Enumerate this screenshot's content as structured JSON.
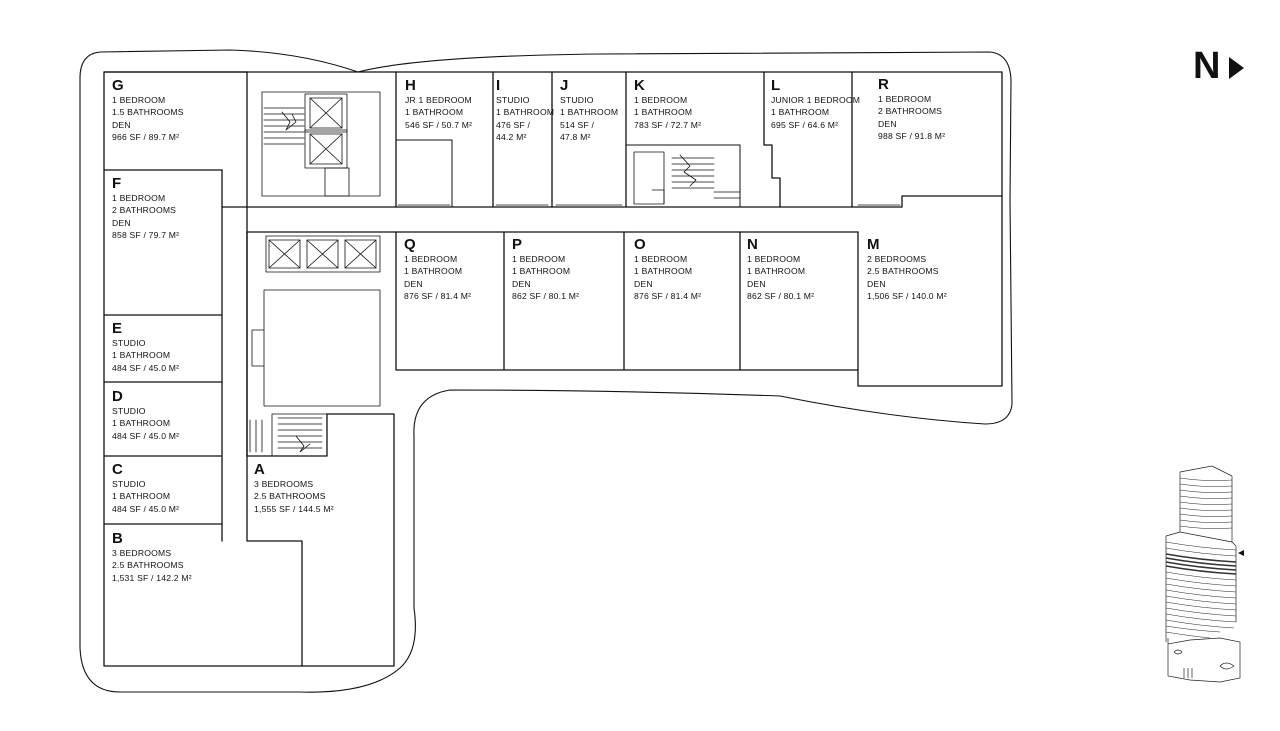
{
  "north": {
    "letter": "N",
    "icon": "north-arrow-icon"
  },
  "units": [
    {
      "id": "G",
      "lines": [
        "1 BEDROOM",
        "1.5 BATHROOMS",
        "DEN",
        "966 SF / 89.7 M²"
      ]
    },
    {
      "id": "F",
      "lines": [
        "1 BEDROOM",
        "2 BATHROOMS",
        "DEN",
        "858 SF / 79.7 M²"
      ]
    },
    {
      "id": "E",
      "lines": [
        "STUDIO",
        "1 BATHROOM",
        "484 SF / 45.0 M²"
      ]
    },
    {
      "id": "D",
      "lines": [
        "STUDIO",
        "1 BATHROOM",
        "484 SF / 45.0 M²"
      ]
    },
    {
      "id": "C",
      "lines": [
        "STUDIO",
        "1 BATHROOM",
        "484 SF / 45.0 M²"
      ]
    },
    {
      "id": "B",
      "lines": [
        "3 BEDROOMS",
        "2.5 BATHROOMS",
        "1,531 SF / 142.2 M²"
      ]
    },
    {
      "id": "A",
      "lines": [
        "3 BEDROOMS",
        "2.5 BATHROOMS",
        "1,555 SF / 144.5 M²"
      ]
    },
    {
      "id": "H",
      "lines": [
        "JR 1 BEDROOM",
        "1 BATHROOM",
        "546 SF / 50.7 M²"
      ]
    },
    {
      "id": "I",
      "lines": [
        "STUDIO",
        "1 BATHROOM",
        "476 SF /",
        "44.2 M²"
      ]
    },
    {
      "id": "J",
      "lines": [
        "STUDIO",
        "1 BATHROOM",
        "514 SF /",
        "47.8 M²"
      ]
    },
    {
      "id": "K",
      "lines": [
        "1 BEDROOM",
        "1 BATHROOM",
        "783 SF / 72.7 M²"
      ]
    },
    {
      "id": "L",
      "lines": [
        "JUNIOR 1 BEDROOM",
        "1 BATHROOM",
        "695 SF / 64.6 M²"
      ]
    },
    {
      "id": "R",
      "lines": [
        "1 BEDROOM",
        "2 BATHROOMS",
        "DEN",
        "988 SF / 91.8 M²"
      ]
    },
    {
      "id": "Q",
      "lines": [
        "1 BEDROOM",
        "1 BATHROOM",
        "DEN",
        "876 SF / 81.4 M²"
      ]
    },
    {
      "id": "P",
      "lines": [
        "1 BEDROOM",
        "1 BATHROOM",
        "DEN",
        "862 SF / 80.1 M²"
      ]
    },
    {
      "id": "O",
      "lines": [
        "1 BEDROOM",
        "1 BATHROOM",
        "DEN",
        "876 SF / 81.4 M²"
      ]
    },
    {
      "id": "N",
      "lines": [
        "1 BEDROOM",
        "1 BATHROOM",
        "DEN",
        "862 SF / 80.1 M²"
      ]
    },
    {
      "id": "M",
      "lines": [
        "2 BEDROOMS",
        "2.5 BATHROOMS",
        "DEN",
        "1,506 SF / 140.0 M²"
      ]
    }
  ],
  "tower_icon": "building-elevation-icon",
  "floor_indicator_icon": "floor-indicator-arrow-icon"
}
